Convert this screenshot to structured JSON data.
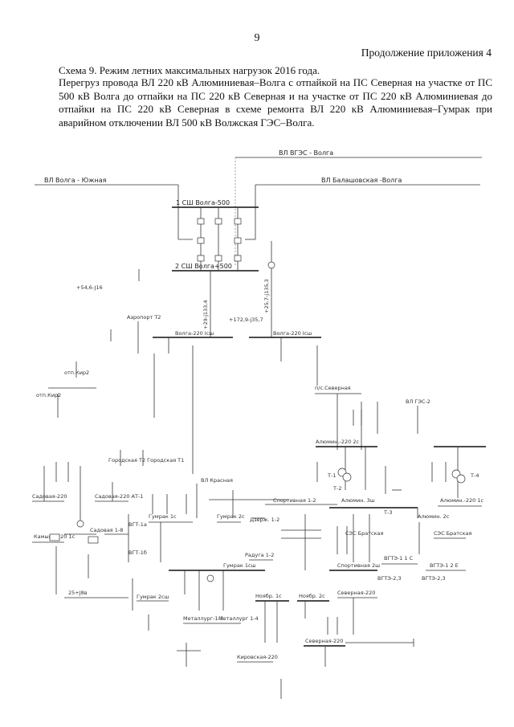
{
  "header": {
    "page_number": "9",
    "appendix_note": "Продолжение приложения 4"
  },
  "caption": {
    "title": "Схема 9.  Режим летних максимальных нагрузок 2016 года.",
    "description": "Перегруз провода ВЛ 220 кВ Алюминиевая–Волга с отпайкой на ПС Северная на участке от ПС 500 кВ Волга до отпайки на ПС 220 кВ Северная и на участке от ПС 220 кВ Алюминиевая до отпайки на ПС 220 кВ Северная в схеме ремонта ВЛ 220 кВ Алюминиевая–Гумрак при аварийном отключении ВЛ 500 кВ Волжская ГЭС–Волга."
  },
  "diagram": {
    "line_vgs": "ВЛ ВГЭС - Волга",
    "line_yuzhnaya": "ВЛ Волга - Южная",
    "line_balashov": "ВЛ Балашовская -Волга",
    "bus_1": "1 СШ Волга-500",
    "bus_2": "2 СШ Волга+500",
    "flow_left": "+54,6-J16",
    "flow_f1": "+29-j133,4",
    "flow_f2": "+25,7-j135,3",
    "flow_f3": "+172,9-j35,7",
    "airport": "Аэропорт Т2",
    "volga220_1": "Волга-220 Ісш",
    "volga220_2": "Волга-220 Ісш",
    "otp_kup2": "отп.Кир2",
    "otp_kup": "отп.Кир2",
    "severnaya": "п/с.Северная",
    "vl_tets2": "ВЛ ГЭС-2",
    "gorodskaya": "Городская Т2 Городская Т1",
    "vl_krasnaya": "ВЛ Красная",
    "sadovaya_220": "Садовая-220",
    "sadovaya_220_2": "Садовая-220 АТ-1",
    "aluminium_220": "Алюмин.-220 2с",
    "aluminium_1": "Алюмин.-220 1с",
    "aluminium_3": "Алюмин. 3ш",
    "aluminium_4": "Алюмин. 2с",
    "t1": "Т-1",
    "t2": "Т-2",
    "t3": "Т-3",
    "t4": "Т-4",
    "gumrak_1": "Гумрак 1с",
    "gumrak_2": "Гумрак 2с",
    "gumrak_3": "Гумрак 1сш",
    "gumrak_4": "Гумрак 2сш",
    "sportivnaya": "Спортивная 1-2",
    "sportivnaya_2": "Спортивная 2ш",
    "dzerzh": "Дзерж. 1-2",
    "ss_bratskaya": "СЭС Братская",
    "ss_bratskaya_2": "СЭС Братская",
    "severnaya_220": "Северная-220",
    "severnaya_220_2": "Северная-220",
    "vgtets1": "ВГТЭ-1 1 С",
    "vgtets2": "ВГТЭ-1 2 Е",
    "vgtets3": "ВГТЭ-2,3",
    "raduga": "Радуга 1-2",
    "ngdu": "Ноябр. 1с",
    "ngdu2": "Ноябр. 2с",
    "metallurg1": "Металлург-1-3",
    "metallurg2": "Металлург 1-4",
    "kirovskaya": "Кировская-220",
    "kamyshinsk": "Камыш.-220 1с",
    "sadovaya_1": "Садовая 1-8",
    "vgt14": "ВГТ-1а",
    "vgt13": "ВГТ-1б",
    "flow_25": "25+J8в"
  }
}
